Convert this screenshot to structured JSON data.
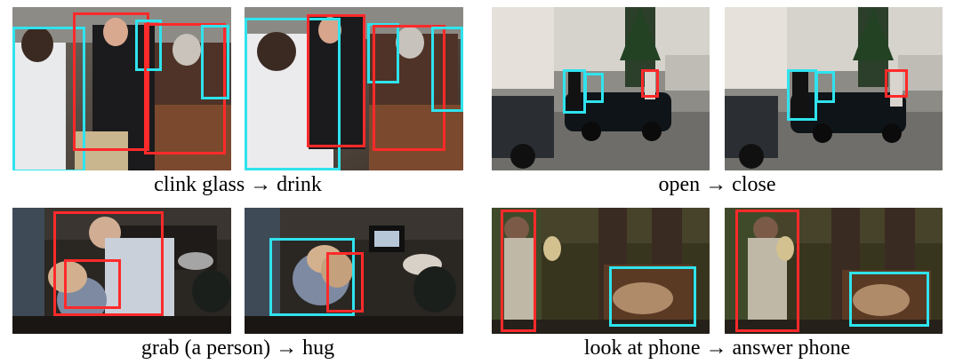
{
  "colors": {
    "actor_box": "#ff2a2a",
    "context_box": "#2fe3ee"
  },
  "captions": {
    "clink_drink": "clink glass → drink",
    "open_close": "open → close",
    "grab_hug": "grab (a person) → hug",
    "phone": "look at phone → answer phone"
  }
}
